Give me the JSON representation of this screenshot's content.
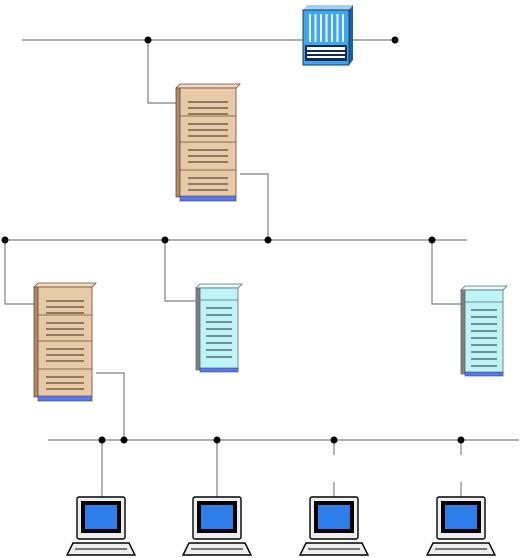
{
  "diagram": {
    "palette": {
      "line": "#808080",
      "node_dot": "#000000",
      "server_body": "#e8c9a8",
      "server_side": "#b08a6a",
      "server_base": "#5b78e0",
      "storage_body": "#bff4f6",
      "storage_side": "#808080",
      "switch_body": "#3fa6f0",
      "monitor_screen": "#2f7de8",
      "monitor_case": "#eeeeee"
    },
    "buses": [
      {
        "id": "backbone"
      },
      {
        "id": "server-lan"
      },
      {
        "id": "client-lan"
      }
    ],
    "devices": {
      "switch": {
        "icon": "network-switch-icon"
      },
      "servers": [
        {
          "id": "main-server",
          "icon": "tower-server-icon"
        },
        {
          "id": "branch-server",
          "icon": "tower-server-icon"
        }
      ],
      "storage": [
        {
          "id": "storage-center",
          "icon": "storage-array-icon"
        },
        {
          "id": "storage-right",
          "icon": "storage-array-icon"
        }
      ],
      "workstations": [
        {
          "id": "workstation-1",
          "icon": "computer-icon"
        },
        {
          "id": "workstation-2",
          "icon": "computer-icon"
        },
        {
          "id": "workstation-3",
          "icon": "computer-icon"
        },
        {
          "id": "workstation-4",
          "icon": "computer-icon"
        }
      ]
    }
  }
}
